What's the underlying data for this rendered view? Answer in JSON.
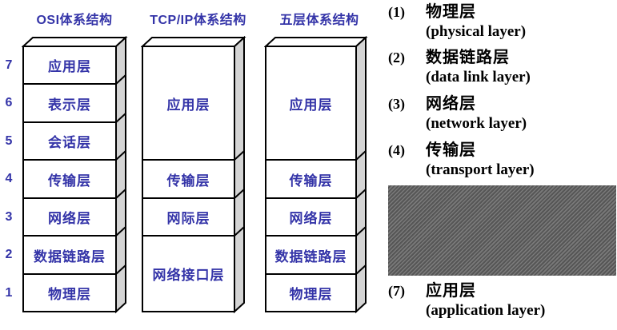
{
  "diagram": {
    "columns": [
      {
        "title": "OSI体系结构",
        "layers": [
          {
            "num": "7",
            "label": "应用层"
          },
          {
            "num": "6",
            "label": "表示层"
          },
          {
            "num": "5",
            "label": "会话层"
          },
          {
            "num": "4",
            "label": "传输层"
          },
          {
            "num": "3",
            "label": "网络层"
          },
          {
            "num": "2",
            "label": "数据链路层"
          },
          {
            "num": "1",
            "label": "物理层"
          }
        ]
      },
      {
        "title": "TCP/IP体系结构",
        "layers": [
          {
            "label": "应用层"
          },
          {
            "label": "传输层"
          },
          {
            "label": "网际层"
          },
          {
            "label": "网络接口层"
          }
        ]
      },
      {
        "title": "五层体系结构",
        "layers": [
          {
            "label": "应用层"
          },
          {
            "label": "传输层"
          },
          {
            "label": "网络层"
          },
          {
            "label": "数据链路层"
          },
          {
            "label": "物理层"
          }
        ]
      }
    ]
  },
  "legend": {
    "items": [
      {
        "num": "(1)",
        "zh": "物理层",
        "en": "(physical layer)"
      },
      {
        "num": "(2)",
        "zh": "数据链路层",
        "en": "(data link layer)"
      },
      {
        "num": "(3)",
        "zh": "网络层",
        "en": "(network layer)"
      },
      {
        "num": "(4)",
        "zh": "传输层",
        "en": "(transport layer)"
      },
      {
        "num": "(7)",
        "zh": "应用层",
        "en": "(application layer)"
      }
    ],
    "redacted_region": true
  },
  "colors": {
    "accent_blue": "#3434a8",
    "text_black": "#000000",
    "side_gray": "#d4d4d4",
    "hatch_dark": "#565656",
    "hatch_light": "#7a7a7a"
  }
}
